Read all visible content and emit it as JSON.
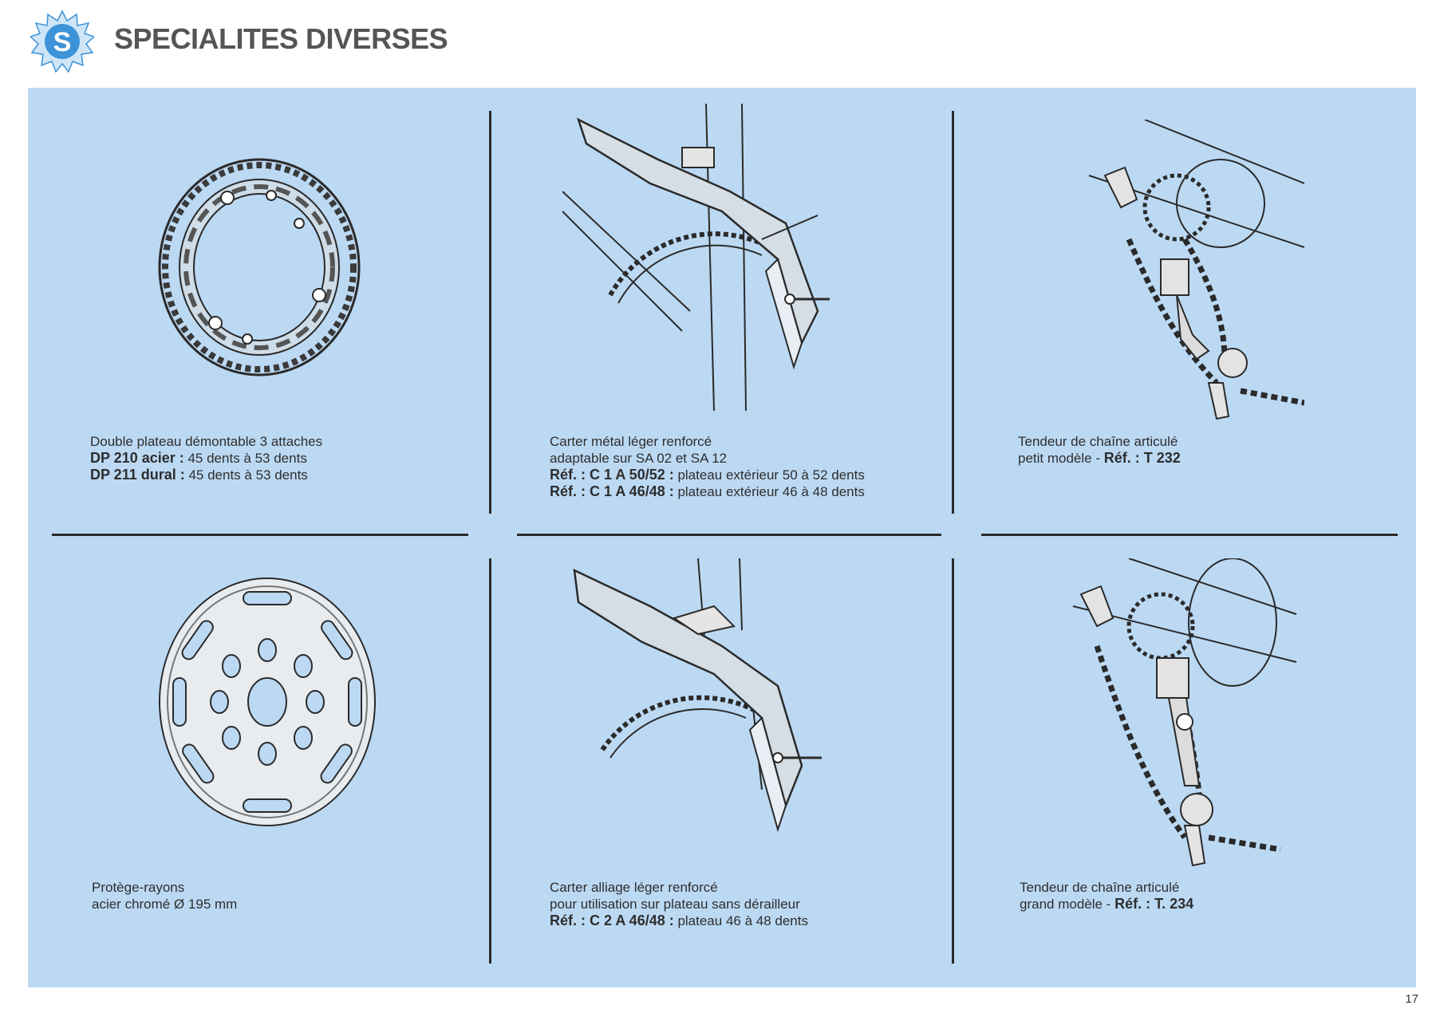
{
  "header": {
    "logo_letter": "S",
    "title": "SPECIALITES DIVERSES"
  },
  "colors": {
    "panel_background": "#bcd9f3",
    "logo_blue": "#3d93d8",
    "title_gray": "#555555",
    "rule": "#2a2a2a"
  },
  "items": [
    {
      "illustration": "chainring-icon",
      "lines": [
        {
          "bold": "",
          "text": "Double plateau démontable 3 attaches"
        },
        {
          "bold": "DP 210 acier :",
          "text": " 45 dents à 53 dents"
        },
        {
          "bold": "DP 211 dural :",
          "text": " 45 dents à 53 dents"
        }
      ]
    },
    {
      "illustration": "chain-guard-icon",
      "lines": [
        {
          "bold": "",
          "text": "Carter métal léger renforcé"
        },
        {
          "bold": "",
          "text": "adaptable sur SA 02 et SA 12"
        },
        {
          "bold": "Réf. : C 1 A 50/52 :",
          "text": " plateau extérieur 50 à 52 dents"
        },
        {
          "bold": "Réf. : C 1 A 46/48 :",
          "text": " plateau extérieur 46 à 48 dents"
        }
      ]
    },
    {
      "illustration": "chain-tensioner-icon",
      "lines": [
        {
          "bold": "",
          "text": "Tendeur de chaîne articulé"
        },
        {
          "bold_after": "Réf. : T 232",
          "text": "petit modèle - "
        }
      ]
    },
    {
      "illustration": "spoke-protector-icon",
      "lines": [
        {
          "bold": "",
          "text": "Protège-rayons"
        },
        {
          "bold": "",
          "text": "acier chromé Ø 195 mm"
        }
      ]
    },
    {
      "illustration": "chain-guard-icon",
      "lines": [
        {
          "bold": "",
          "text": "Carter alliage léger renforcé"
        },
        {
          "bold": "",
          "text": "pour utilisation sur plateau sans dérailleur"
        },
        {
          "bold": "Réf. : C 2 A 46/48 :",
          "text": " plateau 46 à 48 dents"
        }
      ]
    },
    {
      "illustration": "chain-tensioner-icon",
      "lines": [
        {
          "bold": "",
          "text": "Tendeur de chaîne articulé"
        },
        {
          "bold_after": "Réf. : T. 234",
          "text": "grand modèle - "
        }
      ]
    }
  ],
  "page_number": "17"
}
